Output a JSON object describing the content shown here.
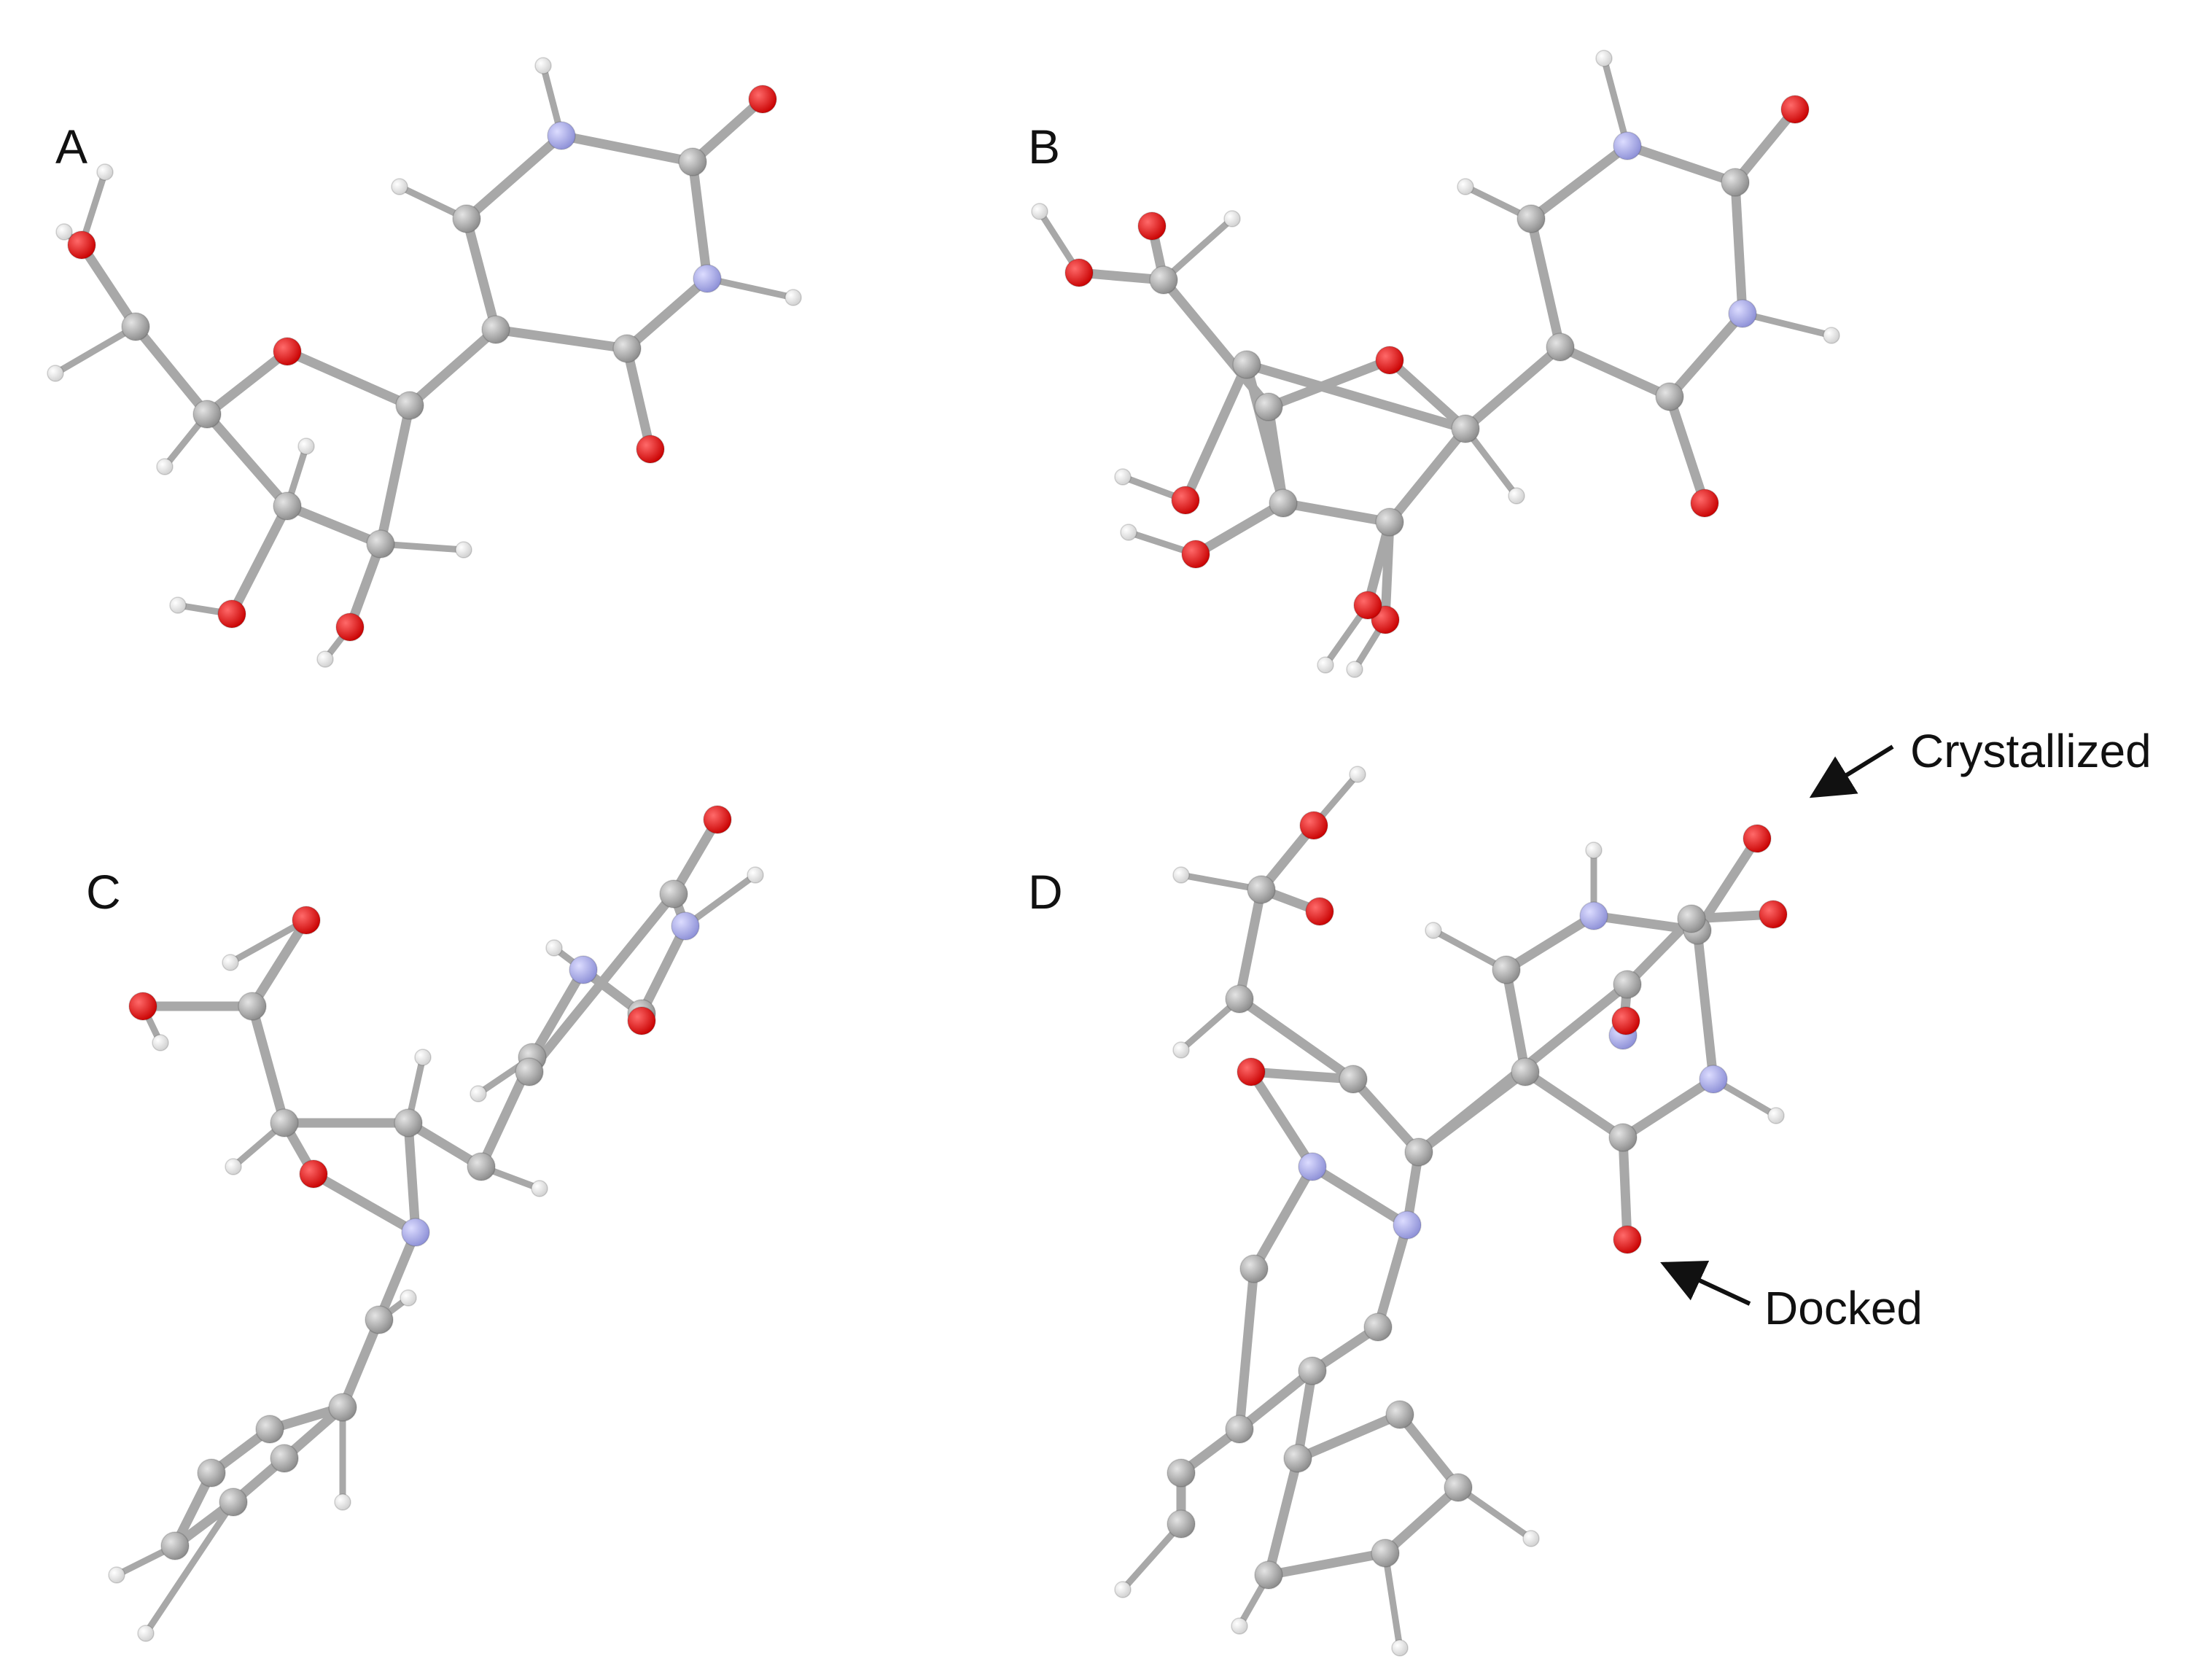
{
  "panels": [
    {
      "id": "A",
      "label": "A"
    },
    {
      "id": "B",
      "label": "B"
    },
    {
      "id": "C",
      "label": "C"
    },
    {
      "id": "D",
      "label": "D"
    }
  ],
  "annotations": {
    "crystallized": "Crystallized",
    "docked": "Docked"
  },
  "colors": {
    "carbon": "#9a9a9a",
    "oxygen": "#e00000",
    "nitrogen": "#9b9ee0",
    "hydrogen": "#f2f2f2",
    "bond": "#a8a8a8",
    "arrow": "#111111"
  }
}
